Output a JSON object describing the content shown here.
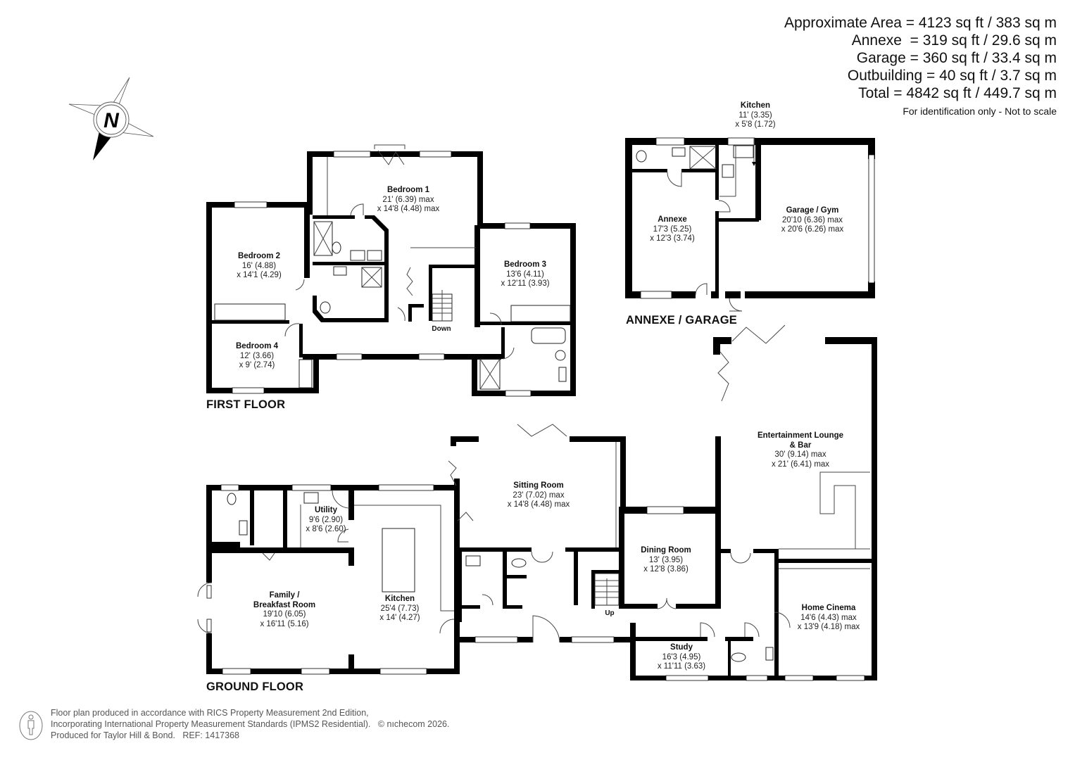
{
  "areas": {
    "lines": [
      "Approximate Area = 4123 sq ft / 383 sq m",
      "Annexe  = 319 sq ft / 29.6 sq m",
      "Garage = 360 sq ft / 33.4 sq m",
      "Outbuilding = 40 sq ft / 3.7 sq m",
      "Total = 4842 sq ft / 449.7 sq m"
    ],
    "note": "For identification only - Not to scale"
  },
  "compass": {
    "letter": "N"
  },
  "floors": {
    "first": "FIRST FLOOR",
    "ground": "GROUND FLOOR",
    "annexe": "ANNEXE / GARAGE"
  },
  "stairs": {
    "down": "Down",
    "up": "Up"
  },
  "rooms": {
    "bedroom1": {
      "name": "Bedroom 1",
      "dim1": "21' (6.39) max",
      "dim2": "x 14'8 (4.48) max"
    },
    "bedroom2": {
      "name": "Bedroom 2",
      "dim1": "16' (4.88)",
      "dim2": "x 14'1 (4.29)"
    },
    "bedroom3": {
      "name": "Bedroom 3",
      "dim1": "13'6 (4.11)",
      "dim2": "x 12'11 (3.93)"
    },
    "bedroom4": {
      "name": "Bedroom 4",
      "dim1": "12' (3.66)",
      "dim2": "x 9' (2.74)"
    },
    "annexe_kitchen": {
      "name": "Kitchen",
      "dim1": "11' (3.35)",
      "dim2": "x 5'8 (1.72)"
    },
    "annexe": {
      "name": "Annexe",
      "dim1": "17'3 (5.25)",
      "dim2": "x 12'3 (3.74)"
    },
    "garage": {
      "name": "Garage / Gym",
      "dim1": "20'10 (6.36) max",
      "dim2": "x 20'6 (6.26) max"
    },
    "lounge": {
      "name": "Entertainment Lounge",
      "name2": "& Bar",
      "dim1": "30' (9.14) max",
      "dim2": "x 21' (6.41) max"
    },
    "sitting": {
      "name": "Sitting Room",
      "dim1": "23' (7.02) max",
      "dim2": "x 14'8 (4.48) max"
    },
    "utility": {
      "name": "Utility",
      "dim1": "9'6 (2.90)",
      "dim2": "x 8'6 (2.60)"
    },
    "family": {
      "name": "Family /",
      "name2": "Breakfast Room",
      "dim1": "19'10 (6.05)",
      "dim2": "x 16'11 (5.16)"
    },
    "kitchen": {
      "name": "Kitchen",
      "dim1": "25'4 (7.73)",
      "dim2": "x 14' (4.27)"
    },
    "dining": {
      "name": "Dining Room",
      "dim1": "13' (3.95)",
      "dim2": "x 12'8 (3.86)"
    },
    "cinema": {
      "name": "Home Cinema",
      "dim1": "14'6 (4.43) max",
      "dim2": "x 13'9 (4.18) max"
    },
    "study": {
      "name": "Study",
      "dim1": "16'3 (4.95)",
      "dim2": "x 11'11 (3.63)"
    }
  },
  "footer": {
    "line1": "Floor plan produced in accordance with RICS Property Measurement 2nd Edition,",
    "line2": "Incorporating International Property Measurement Standards (IPMS2 Residential).   © nıchecom 2026.",
    "line3": "Produced for Taylor Hill & Bond.   REF: 1417368"
  },
  "colors": {
    "wall": "#000000",
    "window": "#ffffff",
    "fixture": "#333333",
    "text": "#111111"
  }
}
